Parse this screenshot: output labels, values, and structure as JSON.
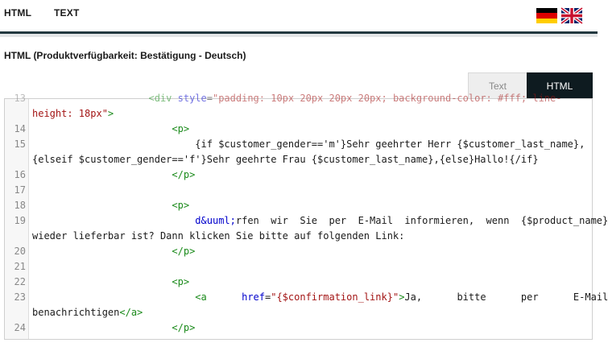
{
  "topnav": {
    "tab_html": "HTML",
    "tab_text": "TEXT"
  },
  "languages": [
    {
      "icon": "german-flag-icon"
    },
    {
      "icon": "uk-flag-icon"
    }
  ],
  "colors": {
    "header_rule": "#23383f",
    "active_toggle": "#0e1b20",
    "tag": "#1a8a1a",
    "attribute": "#0000cc",
    "string": "#a31515"
  },
  "section": {
    "title": "HTML (Produktverfügbarkeit: Bestätigung - Deutsch)"
  },
  "mode_toggle": {
    "text_label": "Text",
    "html_label": "HTML",
    "active": "HTML"
  },
  "editor": {
    "lines": [
      {
        "num": "13",
        "segments": [
          {
            "t": "                    <div ",
            "c": "tag"
          },
          {
            "t": "style",
            "c": "attr"
          },
          {
            "t": "=",
            "c": "plain"
          },
          {
            "t": "\"padding: 10px 20px 20px 20px; background-color: #fff; line-",
            "c": "str"
          }
        ]
      },
      {
        "num": "",
        "segments": [
          {
            "t": "height: 18px\"",
            "c": "str"
          },
          {
            "t": ">",
            "c": "tag"
          }
        ]
      },
      {
        "num": "14",
        "segments": [
          {
            "t": "                        <p>",
            "c": "tag"
          }
        ]
      },
      {
        "num": "15",
        "segments": [
          {
            "t": "                            {if $customer_gender=='m'}Sehr geehrter Herr {$customer_last_name},",
            "c": "plain"
          }
        ]
      },
      {
        "num": "",
        "segments": [
          {
            "t": "{elseif $customer_gender=='f'}Sehr geehrte Frau {$customer_last_name},{else}Hallo!{/if}",
            "c": "plain"
          }
        ]
      },
      {
        "num": "16",
        "segments": [
          {
            "t": "                        </p>",
            "c": "tag"
          }
        ]
      },
      {
        "num": "17",
        "segments": []
      },
      {
        "num": "18",
        "segments": [
          {
            "t": "                        <p>",
            "c": "tag"
          }
        ]
      },
      {
        "num": "19",
        "segments": [
          {
            "t": "                            d&uuml;",
            "c": "attr"
          },
          {
            "t": "rfen  wir  Sie  per  E-Mail  informieren,  wenn  {$product_name}",
            "c": "plain"
          }
        ]
      },
      {
        "num": "",
        "segments": [
          {
            "t": "wieder lieferbar ist? Dann klicken Sie bitte auf folgenden Link:",
            "c": "plain"
          }
        ]
      },
      {
        "num": "20",
        "segments": [
          {
            "t": "                        </p>",
            "c": "tag"
          }
        ]
      },
      {
        "num": "21",
        "segments": []
      },
      {
        "num": "22",
        "segments": [
          {
            "t": "                        <p>",
            "c": "tag"
          }
        ]
      },
      {
        "num": "23",
        "segments": [
          {
            "t": "                            <a",
            "c": "tag"
          },
          {
            "t": "      href",
            "c": "attr"
          },
          {
            "t": "=",
            "c": "plain"
          },
          {
            "t": "\"{$confirmation_link}\"",
            "c": "str"
          },
          {
            "t": ">",
            "c": "tag"
          },
          {
            "t": "Ja,      bitte      per      E-Mail",
            "c": "plain"
          }
        ]
      },
      {
        "num": "",
        "segments": [
          {
            "t": "benachrichtigen",
            "c": "plain"
          },
          {
            "t": "</a>",
            "c": "tag"
          }
        ]
      },
      {
        "num": "24",
        "segments": [
          {
            "t": "                        </p>",
            "c": "tag"
          }
        ]
      }
    ]
  }
}
